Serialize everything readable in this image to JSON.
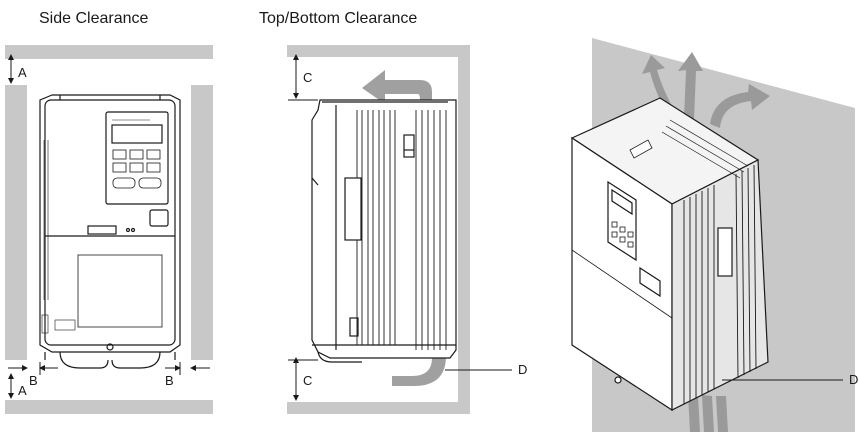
{
  "headings": {
    "side": "Side Clearance",
    "top_bottom": "Top/Bottom Clearance"
  },
  "labels": {
    "a_top": "A",
    "a_bottom": "A",
    "b_left": "B",
    "b_right": "B",
    "c_top": "C",
    "c_bottom": "C",
    "d_middle": "D",
    "d_right": "D"
  },
  "colors": {
    "wall": "#c8c8c8",
    "airflow": "#9a9a9a",
    "outline": "#1a1a1a"
  }
}
